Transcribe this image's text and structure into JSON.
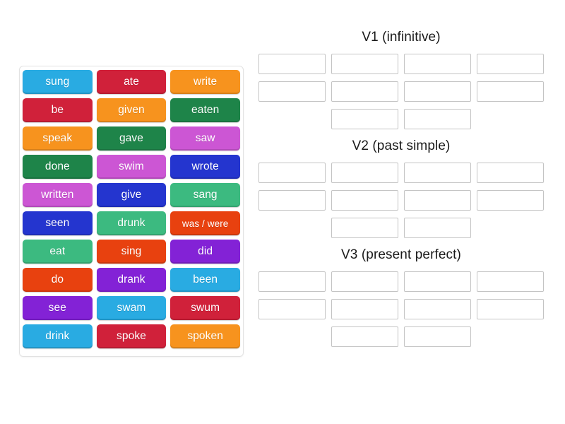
{
  "activity": {
    "type": "group-sort",
    "tray_label": "word-tile-tray"
  },
  "tiles": [
    {
      "label": "sung",
      "color": "#29abe2"
    },
    {
      "label": "ate",
      "color": "#d0213a"
    },
    {
      "label": "write",
      "color": "#f7931e"
    },
    {
      "label": "be",
      "color": "#d0213a"
    },
    {
      "label": "given",
      "color": "#f7931e"
    },
    {
      "label": "eaten",
      "color": "#1e8449"
    },
    {
      "label": "speak",
      "color": "#f7931e"
    },
    {
      "label": "gave",
      "color": "#1e8449"
    },
    {
      "label": "saw",
      "color": "#cc56d4"
    },
    {
      "label": "done",
      "color": "#1e8449"
    },
    {
      "label": "swim",
      "color": "#cc56d4"
    },
    {
      "label": "wrote",
      "color": "#2435cf"
    },
    {
      "label": "written",
      "color": "#cc56d4"
    },
    {
      "label": "give",
      "color": "#2435cf"
    },
    {
      "label": "sang",
      "color": "#3cba80"
    },
    {
      "label": "seen",
      "color": "#2435cf"
    },
    {
      "label": "drunk",
      "color": "#3cba80"
    },
    {
      "label": "was / were",
      "color": "#e8410f"
    },
    {
      "label": "eat",
      "color": "#3cba80"
    },
    {
      "label": "sing",
      "color": "#e8410f"
    },
    {
      "label": "did",
      "color": "#8322d6"
    },
    {
      "label": "do",
      "color": "#e8410f"
    },
    {
      "label": "drank",
      "color": "#8322d6"
    },
    {
      "label": "been",
      "color": "#29abe2"
    },
    {
      "label": "see",
      "color": "#8322d6"
    },
    {
      "label": "swam",
      "color": "#29abe2"
    },
    {
      "label": "swum",
      "color": "#d0213a"
    },
    {
      "label": "drink",
      "color": "#29abe2"
    },
    {
      "label": "spoke",
      "color": "#d0213a"
    },
    {
      "label": "spoken",
      "color": "#f7931e"
    }
  ],
  "categories": [
    {
      "title": "V1 (infinitive)",
      "slot_count": 10,
      "rows": [
        4,
        4,
        2
      ]
    },
    {
      "title": "V2 (past simple)",
      "slot_count": 10,
      "rows": [
        4,
        4,
        2
      ]
    },
    {
      "title": "V3 (present perfect)",
      "slot_count": 10,
      "rows": [
        4,
        4,
        2
      ]
    }
  ],
  "colors": {
    "background": "#ffffff",
    "tray_border": "#e2e2e2",
    "slot_border": "#c4c4c4",
    "title_text": "#1a1a1a",
    "tile_text": "#ffffff"
  }
}
